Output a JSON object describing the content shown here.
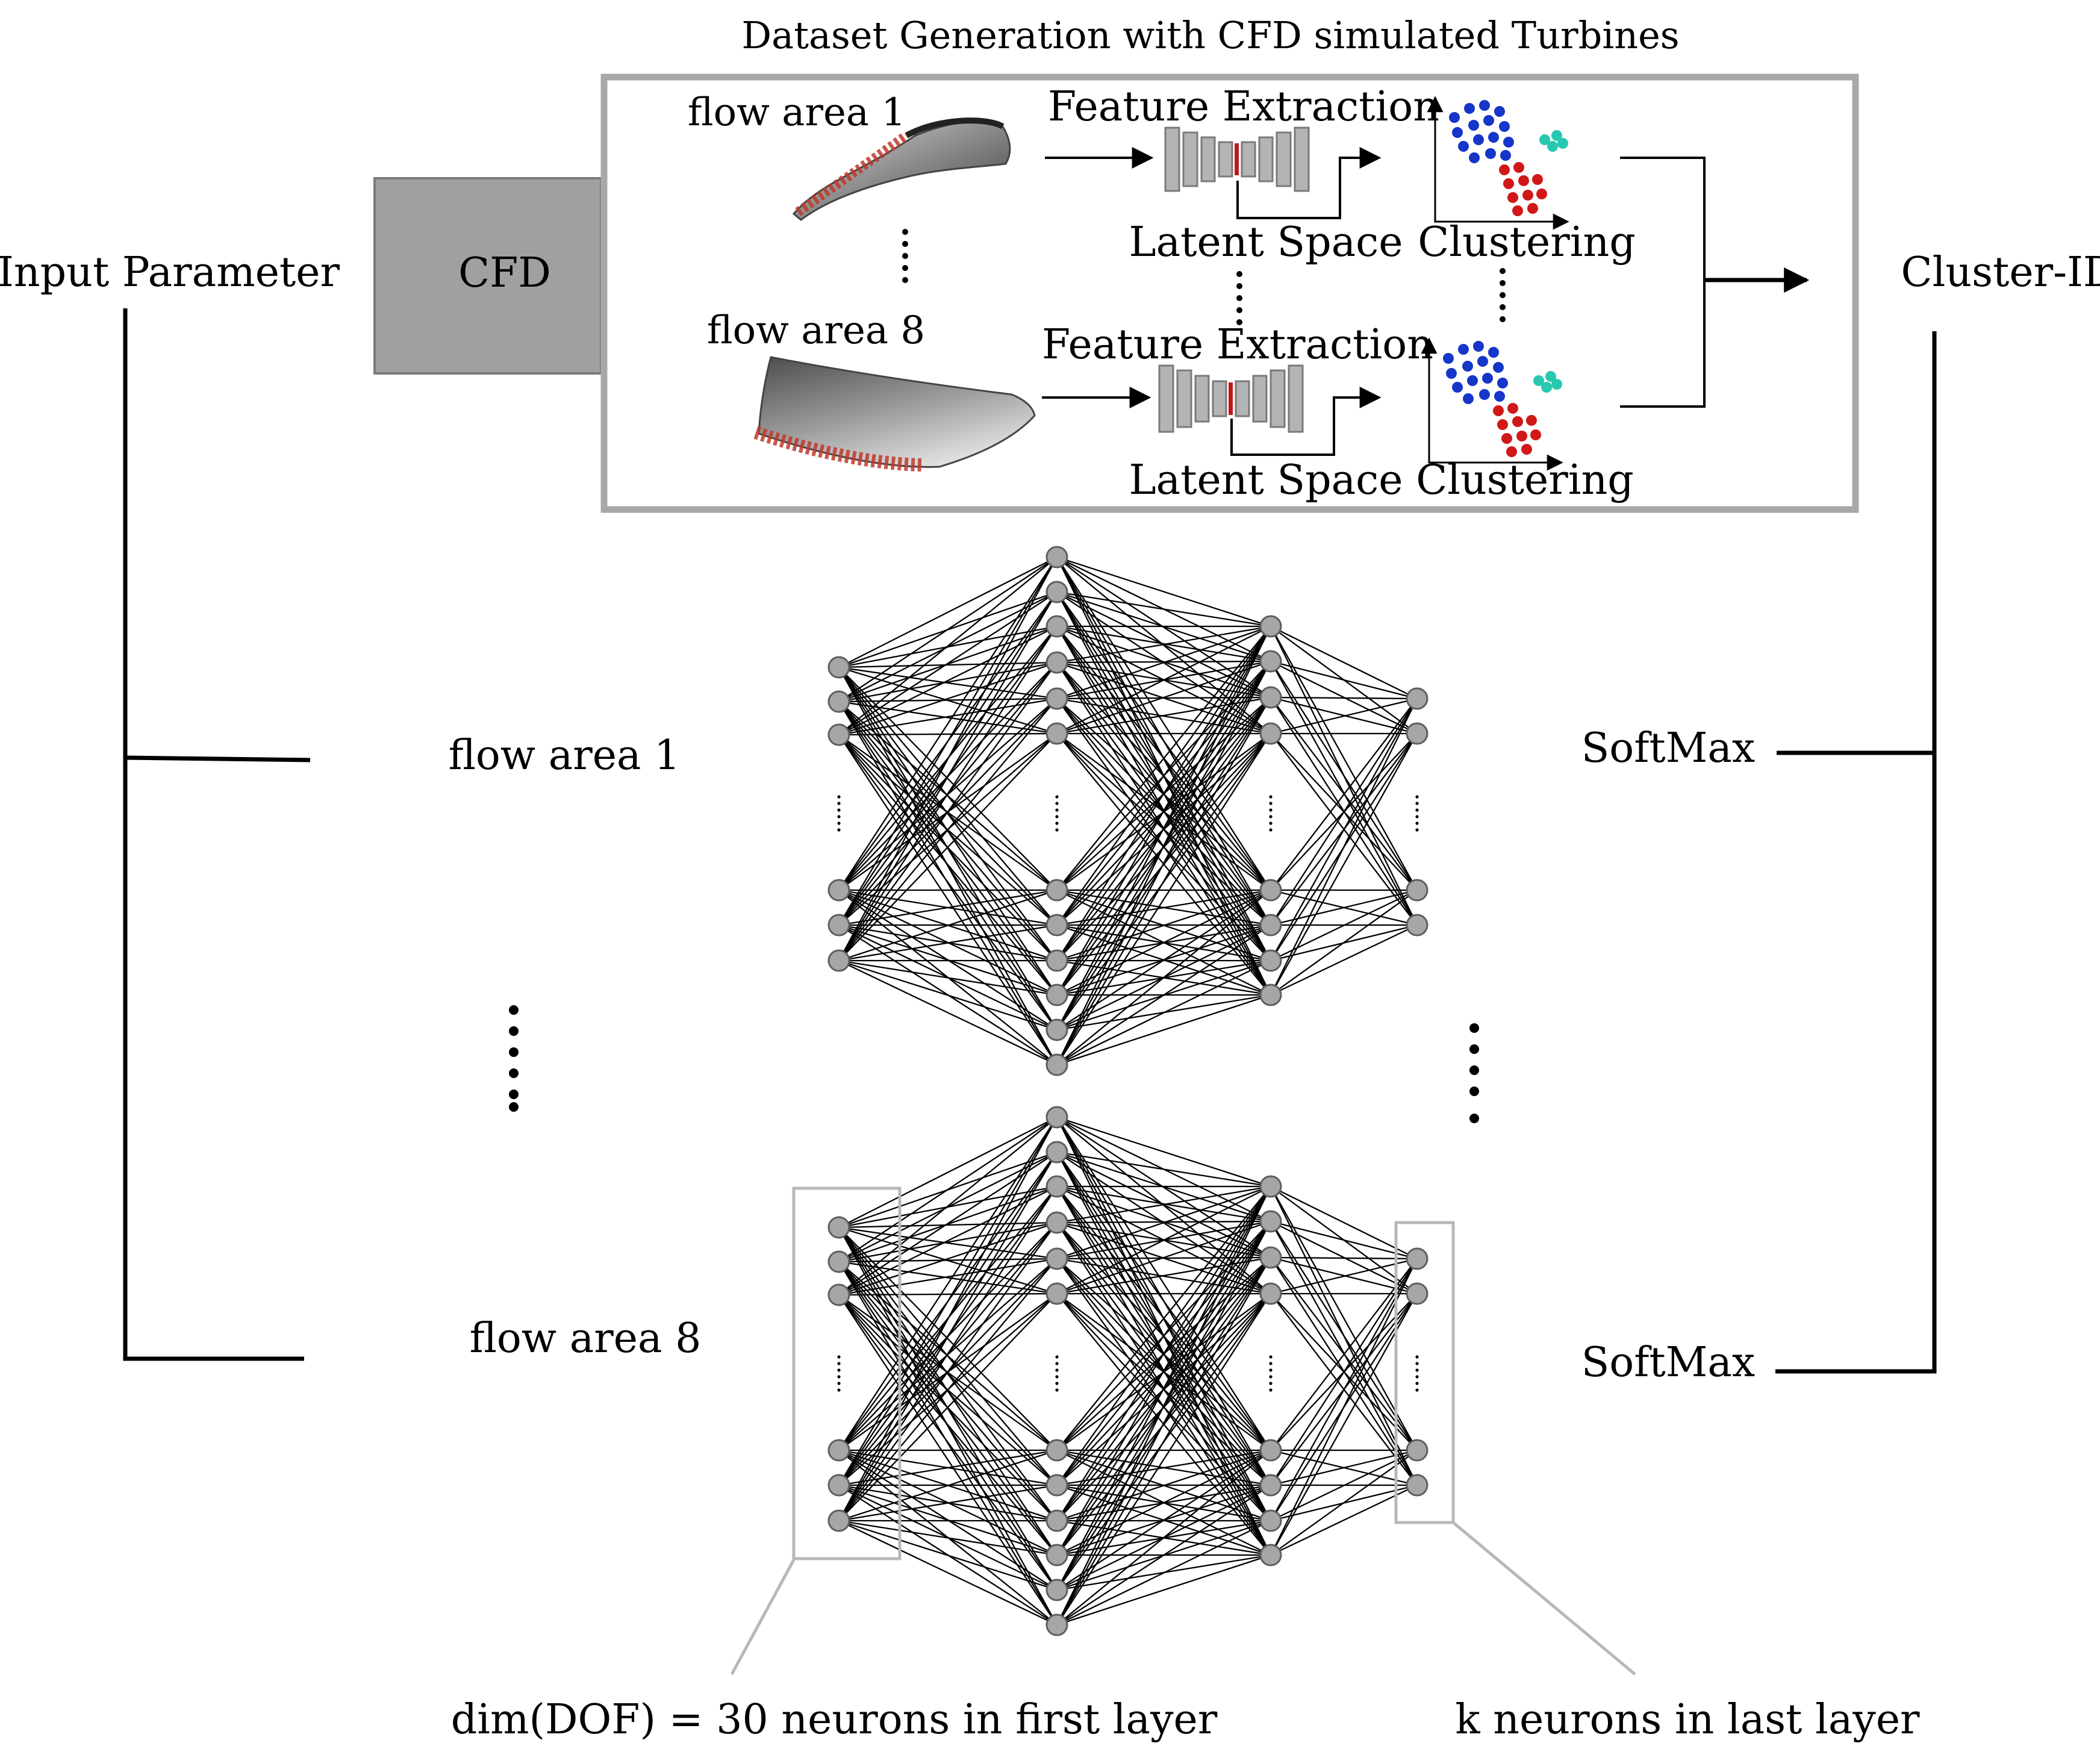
{
  "title": "Dataset Generation with CFD simulated Turbines",
  "input_label": "Input Parameter",
  "cfd_label": "CFD",
  "output_label": "Cluster-ID",
  "pipeline": {
    "top": {
      "flow_label": "flow area 1",
      "feature_label": "Feature Extraction",
      "latent_label": "Latent Space",
      "cluster_label": "Clustering"
    },
    "bottom": {
      "flow_label": "flow area 8",
      "feature_label": "Feature Extraction",
      "latent_label": "Latent Space",
      "cluster_label": "Clustering"
    }
  },
  "networks": [
    {
      "flow_label": "flow area 1",
      "output_label": "SoftMax"
    },
    {
      "flow_label": "flow area 8",
      "output_label": "SoftMax"
    }
  ],
  "annotations": {
    "first_layer": "dim(DOF) = 30 neurons in first layer",
    "last_layer": "k neurons in last layer"
  },
  "colors": {
    "cluster_a": "#1536c8",
    "cluster_b": "#28c8b0",
    "cluster_c": "#d01818",
    "cfd_box": "#a0a0a0",
    "frame": "#a8a8a8",
    "neuron": "#a6a6a6"
  }
}
